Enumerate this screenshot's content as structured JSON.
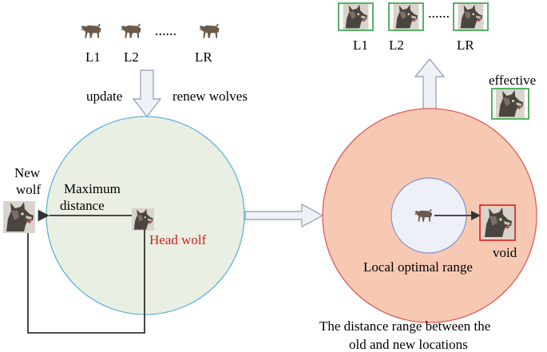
{
  "left_panel": {
    "wolf_labels": [
      "L1",
      "L2",
      "LR"
    ],
    "ellipsis": "......",
    "update_label": "update",
    "renew_label": "renew wolves",
    "new_wolf_label_line1": "New",
    "new_wolf_label_line2": "wolf",
    "max_distance_line1": "Maximum",
    "max_distance_line2": "distance",
    "head_wolf_label": "Head wolf"
  },
  "right_panel": {
    "wolf_labels": [
      "L1",
      "L2",
      "LR"
    ],
    "ellipsis": "......",
    "effective_label": "effective",
    "void_label": "void",
    "local_optimal_label": "Local optimal range",
    "distance_range_line1": "The distance range between the",
    "distance_range_line2": "old and new locations"
  },
  "colors": {
    "left_circle_fill": "#e9efe2",
    "left_circle_stroke": "#5fb3d8",
    "right_circle_fill": "#f7c9b3",
    "right_circle_stroke": "#e05a5a",
    "inner_circle_fill": "#eef0f8",
    "inner_circle_stroke": "#8a8fc8",
    "arrow_fill": "#eef1f6",
    "arrow_stroke": "#8f9ab3",
    "effective_border": "#2e9e3e",
    "void_border": "#d42020",
    "head_wolf_text": "#d42020",
    "text": "#1a1a1a"
  },
  "icons": {
    "small_wolf": "walking-wolf-icon",
    "howling_wolf": "howling-wolf-head-icon"
  }
}
